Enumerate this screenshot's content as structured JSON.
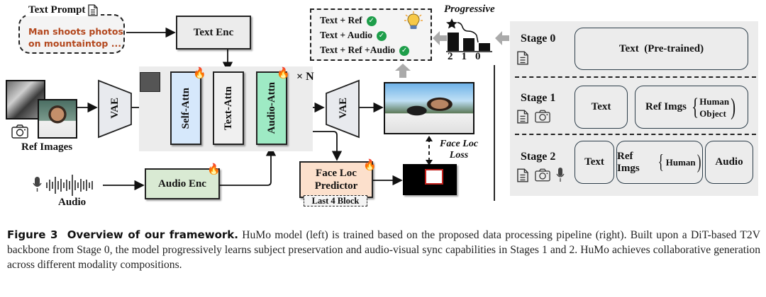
{
  "text_prompt": {
    "label": "Text Prompt",
    "content_line1": "Man shoots photos",
    "content_line2": "on mountaintop ..."
  },
  "ref_images": {
    "label": "Ref Images"
  },
  "audio": {
    "label": "Audio"
  },
  "blocks": {
    "text_enc": "Text Enc",
    "vae_in": "VAE",
    "self_attn": "Self-Attn",
    "text_attn": "Text-Attn",
    "audio_attn": "Audio-Attn",
    "repeat": "× N",
    "vae_out": "VAE",
    "audio_enc": "Audio Enc",
    "face_loc_line1": "Face Loc",
    "face_loc_line2": "Predictor",
    "last_block": "Last 4 Block",
    "face_loc_loss_line1": "Face Loc",
    "face_loc_loss_line2": "Loss"
  },
  "capabilities": [
    {
      "label": "Text + Ref"
    },
    {
      "label": "Text + Audio"
    },
    {
      "label": "Text + Ref +Audio"
    }
  ],
  "progressive": {
    "title": "Progressive",
    "bars": [
      "2",
      "1",
      "0"
    ]
  },
  "stages": [
    {
      "label": "Stage 0",
      "boxes": [
        "Text  (Pre-trained)"
      ]
    },
    {
      "label": "Stage 1",
      "boxes": [
        "Text",
        "Ref Imgs"
      ],
      "ref_options": [
        "Human",
        "Object"
      ]
    },
    {
      "label": "Stage 2",
      "boxes": [
        "Text",
        "Ref Imgs",
        "Audio"
      ],
      "ref_options": [
        "Human"
      ]
    }
  ],
  "caption": {
    "figure": "Figure 3",
    "title": "Overview of our framework.",
    "body": " HuMo model (left) is trained based on the proposed data processing pipeline (right). Built upon a DiT-based T2V backbone from Stage 0, the model progressively learns subject preservation and audio-visual sync capabilities in Stages 1 and 2. HuMo achieves collaborative generation across different modality compositions."
  },
  "colors": {
    "self_attn": "#d6e8fb",
    "audio_attn": "#9eeac4",
    "audio_enc": "#d9ead3",
    "face_loc": "#fce0cc",
    "check": "#1e9e4a",
    "prompt_text": "#b3471d"
  }
}
